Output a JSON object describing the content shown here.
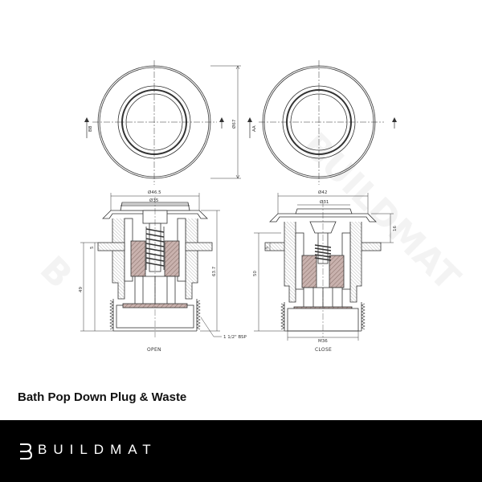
{
  "product": {
    "title": "Bath Pop Down Plug & Waste"
  },
  "brand": {
    "name": "BUILDMAT",
    "logo_icon": "buildmat-b-logo-icon"
  },
  "drawing": {
    "left_plan": {
      "section_label": "BB",
      "diameter_label": "Ø67"
    },
    "right_plan": {
      "section_label": "AA"
    },
    "open_section": {
      "caption": "OPEN",
      "dim_top_outer": "Ø46.5",
      "dim_top_inner": "Ø35",
      "dim_left_small": "5",
      "dim_left_main": "49",
      "dim_right_total": "63.7",
      "thread_callout": "1 1/2\" BSP"
    },
    "close_section": {
      "caption": "CLOSE",
      "dim_top_outer": "Ø42",
      "dim_top_inner": "Ø31",
      "dim_right_small": "16",
      "dim_left_small": "5",
      "dim_left_main": "50",
      "dim_bottom": "M36"
    },
    "colors": {
      "line": "#333333",
      "insert_fill": "#c9b2ae",
      "insert_hatch": "#8f7570"
    }
  }
}
